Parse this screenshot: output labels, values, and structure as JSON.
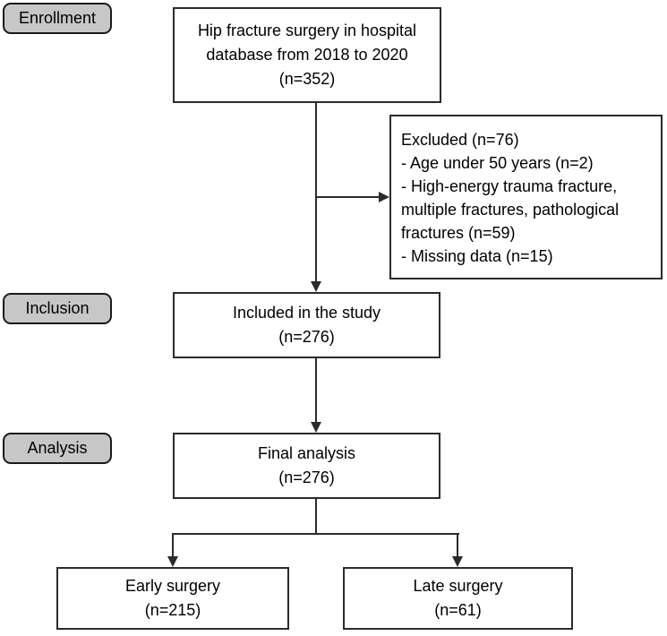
{
  "colors": {
    "background": "#ffffff",
    "box_fill": "#ffffff",
    "box_border": "#2b2b2b",
    "label_fill": "#c7c7c7",
    "label_border": "#1a1a1a",
    "line": "#2b2b2b",
    "text": "#000000"
  },
  "stages": {
    "enrollment": "Enrollment",
    "inclusion": "Inclusion",
    "analysis": "Analysis"
  },
  "boxes": {
    "source": {
      "lines": [
        "Hip fracture surgery in hospital",
        "database from 2018 to 2020",
        "(n=352)"
      ]
    },
    "excluded": {
      "lines": [
        "Excluded (n=76)",
        "- Age under 50 years (n=2)",
        "- High-energy trauma fracture, multiple fractures, pathological fractures (n=59)",
        "- Missing data (n=15)"
      ]
    },
    "included": {
      "lines": [
        "Included in the study",
        "(n=276)"
      ]
    },
    "final_analysis": {
      "lines": [
        "Final analysis",
        "(n=276)"
      ]
    },
    "early_surgery": {
      "lines": [
        "Early surgery",
        "(n=215)"
      ]
    },
    "late_surgery": {
      "lines": [
        "Late surgery",
        "(n=61)"
      ]
    }
  }
}
